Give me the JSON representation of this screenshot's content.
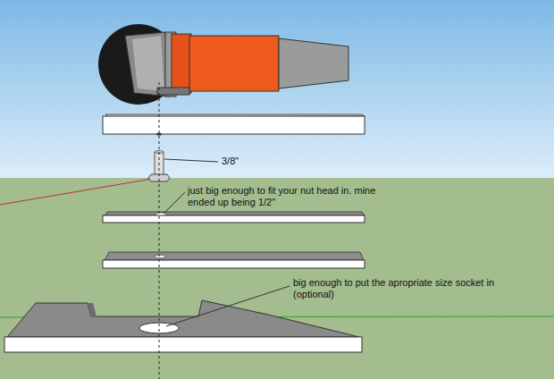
{
  "diagram": {
    "labels": [
      "3/8\"",
      "just big enough to fit your nut head in. mine ended up being 1/2\"",
      "big enough to put the apropriate size socket in (optional)"
    ]
  }
}
